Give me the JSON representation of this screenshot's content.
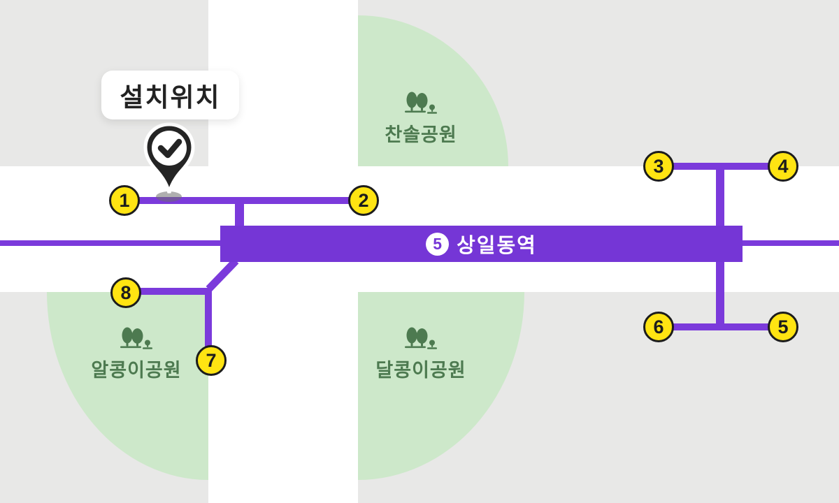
{
  "marker": {
    "label": "설치위치"
  },
  "station": {
    "line_number": "5",
    "name": "상일동역"
  },
  "exits": [
    "1",
    "2",
    "3",
    "4",
    "5",
    "6",
    "7",
    "8"
  ],
  "parks": [
    {
      "name": "찬솔공원"
    },
    {
      "name": "알콩이공원"
    },
    {
      "name": "달콩이공원"
    }
  ],
  "icons": {
    "marker_pin": "black map-pin with white circle and checkmark",
    "park_icon": "two trees with small shrub",
    "line_badge": "white circle with line number 5"
  },
  "colors": {
    "subway_line_purple": "#7B3ADB",
    "station_box_purple": "#7536D6",
    "exit_badge_yellow": "#FFE412",
    "exit_badge_border": "#1C1C1C",
    "park_green": "#CDE8CA",
    "park_text_green": "#4D7A50",
    "city_block_gray": "#E8E8E7",
    "road_white": "#FFFFFF",
    "pin_black": "#242424"
  }
}
